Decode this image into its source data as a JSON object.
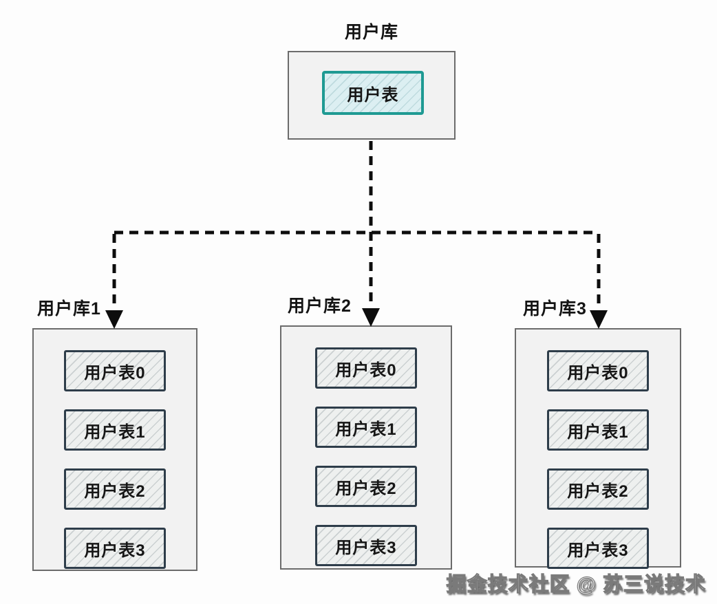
{
  "diagram": {
    "root": {
      "label": "用户库",
      "table": "用户表"
    },
    "shards": [
      {
        "label": "用户库1",
        "tables": [
          "用户表0",
          "用户表1",
          "用户表2",
          "用户表3"
        ]
      },
      {
        "label": "用户库2",
        "tables": [
          "用户表0",
          "用户表1",
          "用户表2",
          "用户表3"
        ]
      },
      {
        "label": "用户库3",
        "tables": [
          "用户表0",
          "用户表1",
          "用户表2",
          "用户表3"
        ]
      }
    ],
    "watermark": "掘金技术社区 @ 苏三说技术",
    "colors": {
      "root_table_border": "#1f9a93",
      "root_table_fill": "#dceff2",
      "shard_table_border": "#2e3d4a",
      "shard_table_fill": "#eef0ef",
      "outer_box_border": "#6b6b6b",
      "outer_box_fill": "#f2f2f2",
      "connector": "#0d0d0d",
      "watermark_text": "#ffffff",
      "watermark_outline": "#7a7a7a"
    }
  }
}
